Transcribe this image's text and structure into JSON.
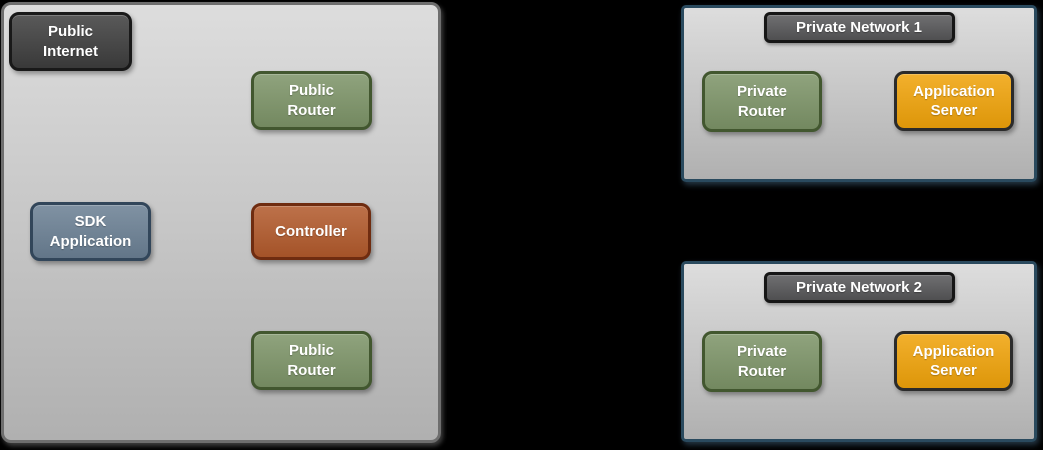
{
  "colors": {
    "canvas_bg": "#000000",
    "zone_fill_top": "#dddddd",
    "zone_fill_bottom": "#b0b0b0",
    "zone_border": "#6e6e6e",
    "private_zone_border": "#2a4a5e",
    "net_label_fill": "#58585a",
    "net_label_border": "#161616",
    "dark_fill": "#3e3e3e",
    "dark_border": "#191919",
    "green_fill": "#7d9468",
    "green_border": "#42572f",
    "slate_fill": "#6b8094",
    "slate_border": "#32465a",
    "rust_fill": "#b25a2c",
    "rust_border": "#6f2c10",
    "orange_fill": "#f0a30a",
    "orange_border": "#2b2b2b",
    "label_text": "#ffffff"
  },
  "public_zone": {
    "public_internet": "Public\nInternet",
    "public_router_top": "Public\nRouter",
    "sdk_application": "SDK\nApplication",
    "controller": "Controller",
    "public_router_bottom": "Public\nRouter"
  },
  "private_network_1": {
    "title": "Private Network 1",
    "private_router": "Private\nRouter",
    "application_server": "Application\nServer"
  },
  "private_network_2": {
    "title": "Private Network 2",
    "private_router": "Private\nRouter",
    "application_server": "Application\nServer"
  }
}
